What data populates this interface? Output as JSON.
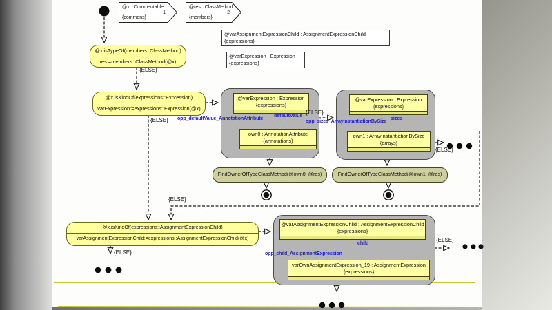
{
  "labels": {
    "else": "{ELSE}"
  },
  "start_tags": [
    {
      "title": "@x : Commentable",
      "index": "1",
      "scope": "{commons}"
    },
    {
      "title": "@res : ClassMethod",
      "index": "2",
      "scope": "{members}"
    }
  ],
  "declarations": [
    {
      "title": "@varAssignmentExpressionChild : AssignmentExpressionChild",
      "scope": "{expressions}"
    },
    {
      "title": "@varExpression : Expression",
      "scope": "{expressions}"
    }
  ],
  "actions": [
    {
      "guard": "@x.isTypeOf(members::ClassMethod)",
      "body": "res:=members::ClassMethod(@x)"
    },
    {
      "guard": "@x.isKindOf(expressions::Expression)",
      "body": "varExpression:=expressions::Expression(@x)"
    },
    {
      "guard": "@x.isKindOf(expressions::AssignmentExpressionChild)",
      "body": "varAssignmentExpressionChild:=expressions::AssignmentExpressionChild(@x)"
    }
  ],
  "containers": [
    {
      "parent": {
        "title": "@varExpression : Expression",
        "scope": "{expressions}"
      },
      "relation": "defaultValue",
      "opposite": "opp_defaultValue_AnnotationAttribute",
      "child": {
        "title": "own0 : AnnotationAttribute",
        "scope": "{annotations}"
      }
    },
    {
      "parent": {
        "title": "@varExpression : Expression",
        "scope": "{expressions}"
      },
      "relation": "sizes",
      "opposite": "opp_sizes_ArrayInstantiationBySize",
      "child": {
        "title": "own1 : ArrayInstantiationBySize",
        "scope": "{arrays}"
      }
    },
    {
      "parent": {
        "title": "@varAssignmentExpressionChild : AssignmentExpressionChild",
        "scope": "{expressions}"
      },
      "relation": "child",
      "opposite": "opp_child_AssignmentExpression",
      "child": {
        "title": "varOwnAssignmentExpression_19 : AssignmentExpression",
        "scope": "{expressions}"
      }
    }
  ],
  "calls": [
    {
      "label": "FindOwnerOfTypeClassMethod(@own0, @res)"
    },
    {
      "label": "FindOwnerOfTypeClassMethod(@own1, @res)"
    }
  ],
  "colors": {
    "action_fill": "#ffff9e",
    "action_border": "#6b6b14",
    "container_fill": "#b5b5b5",
    "container_border": "#4c4c4c",
    "call_fill": "#cdd09e",
    "stripe_fill": "#e9e97a",
    "relation_color": "#2121c8",
    "slide_line": "#c6c62e"
  }
}
